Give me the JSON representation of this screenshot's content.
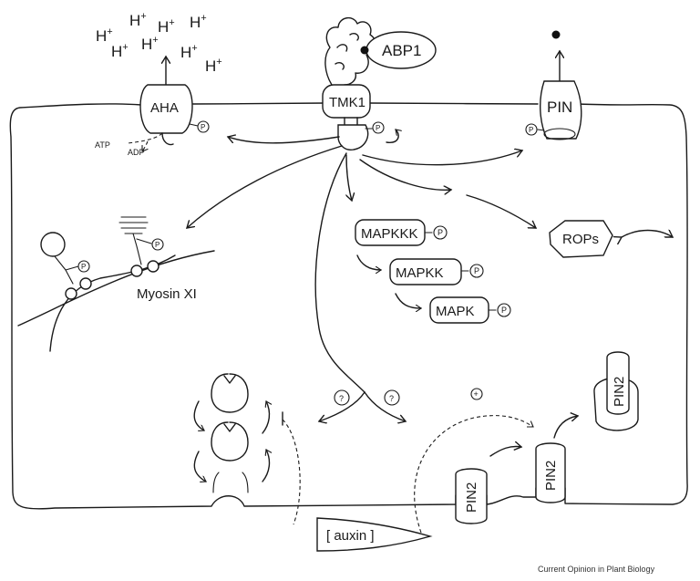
{
  "labels": {
    "abp1": "ABP1",
    "tmk1": "TMK1",
    "aha": "AHA",
    "pin": "PIN",
    "atp": "ATP",
    "adp": "ADP",
    "mapkkk": "MAPKKK",
    "mapkk": "MAPKK",
    "mapk": "MAPK",
    "rops": "ROPs",
    "myosin": "Myosin XI",
    "auxin": "[ auxin ]",
    "pin2": "PIN2",
    "question": "?",
    "plus": "+",
    "phospho": "P",
    "proton_base": "H",
    "proton_charge": "+"
  },
  "credit": "Current Opinion in Plant Biology"
}
